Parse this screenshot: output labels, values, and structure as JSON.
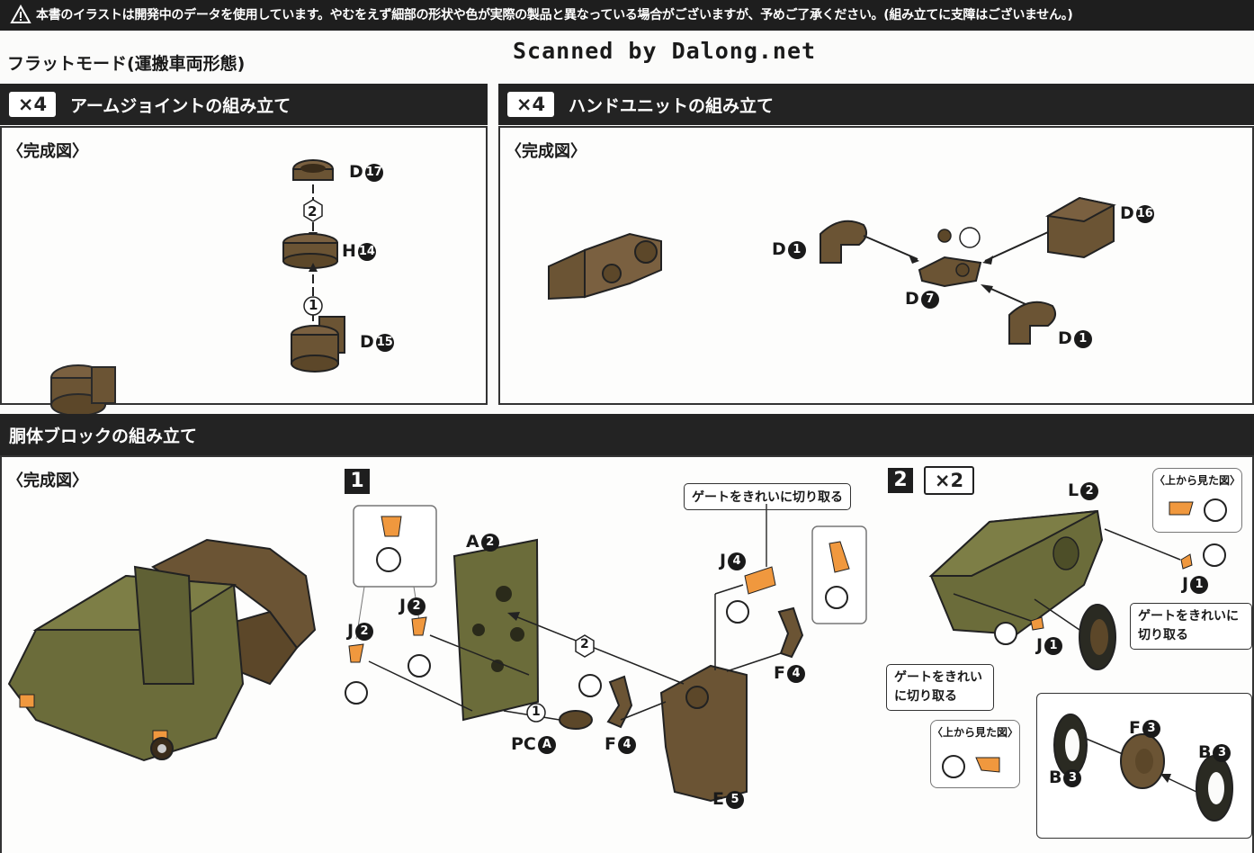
{
  "header": {
    "notice": "本書のイラストは開発中のデータを使用しています。やむをえず細部の形状や色が実際の製品と異なっている場合がございますが、予めご了承ください。(組み立てに支障はございません。)",
    "mode_title": "フラットモード(運搬車両形態)",
    "scan_watermark": "Scanned by Dalong.net"
  },
  "sections": {
    "arm_joint": {
      "multiplier": "×4",
      "title": "アームジョイントの組み立て",
      "complete_label": "〈完成図〉"
    },
    "hand_unit": {
      "multiplier": "×4",
      "title": "ハンドユニットの組み立て",
      "complete_label": "〈完成図〉"
    },
    "torso_block": {
      "title": "胴体ブロックの組み立て",
      "complete_label": "〈完成図〉"
    }
  },
  "arm_joint_parts": {
    "top": {
      "letter": "D",
      "num": "17"
    },
    "mid": {
      "letter": "H",
      "num": "14"
    },
    "bottom": {
      "letter": "D",
      "num": "15"
    },
    "step_a": "2",
    "step_b": "1"
  },
  "hand_unit_parts": {
    "left": {
      "letter": "D",
      "num": "1"
    },
    "center": {
      "letter": "D",
      "num": "7"
    },
    "right_top": {
      "letter": "D",
      "num": "16"
    },
    "right_bottom": {
      "letter": "D",
      "num": "1"
    }
  },
  "step1": {
    "number": "1",
    "gate_note": "ゲートをきれいに切り取る",
    "parts": {
      "a2": {
        "letter": "A",
        "num": "2"
      },
      "j2_upper": {
        "letter": "J",
        "num": "2"
      },
      "j2_lower": {
        "letter": "J",
        "num": "2"
      },
      "j4": {
        "letter": "J",
        "num": "4"
      },
      "f4_right": {
        "letter": "F",
        "num": "4"
      },
      "f4_bottom": {
        "letter": "F",
        "num": "4"
      },
      "pc": {
        "letter": "PC",
        "num": "A"
      },
      "e5": {
        "letter": "E",
        "num": "5"
      }
    },
    "sub_a": "1",
    "sub_b": "2"
  },
  "step2": {
    "number": "2",
    "multiplier": "×2",
    "top_view_label": "〈上から見た図〉",
    "gate_note_right": "ゲートをきれいに切り取る",
    "gate_note_left": "ゲートをきれいに切り取る",
    "parts": {
      "l2": {
        "letter": "L",
        "num": "2"
      },
      "j1_right": {
        "letter": "J",
        "num": "1"
      },
      "j1_left": {
        "letter": "J",
        "num": "1"
      },
      "f3": {
        "letter": "F",
        "num": "3"
      },
      "b3_left": {
        "letter": "B",
        "num": "3"
      },
      "b3_right": {
        "letter": "B",
        "num": "3"
      }
    }
  },
  "colors": {
    "brown": "#6b5434",
    "olive": "#6b6c3a",
    "orange": "#f0983e",
    "ink": "#1e1e1e"
  }
}
